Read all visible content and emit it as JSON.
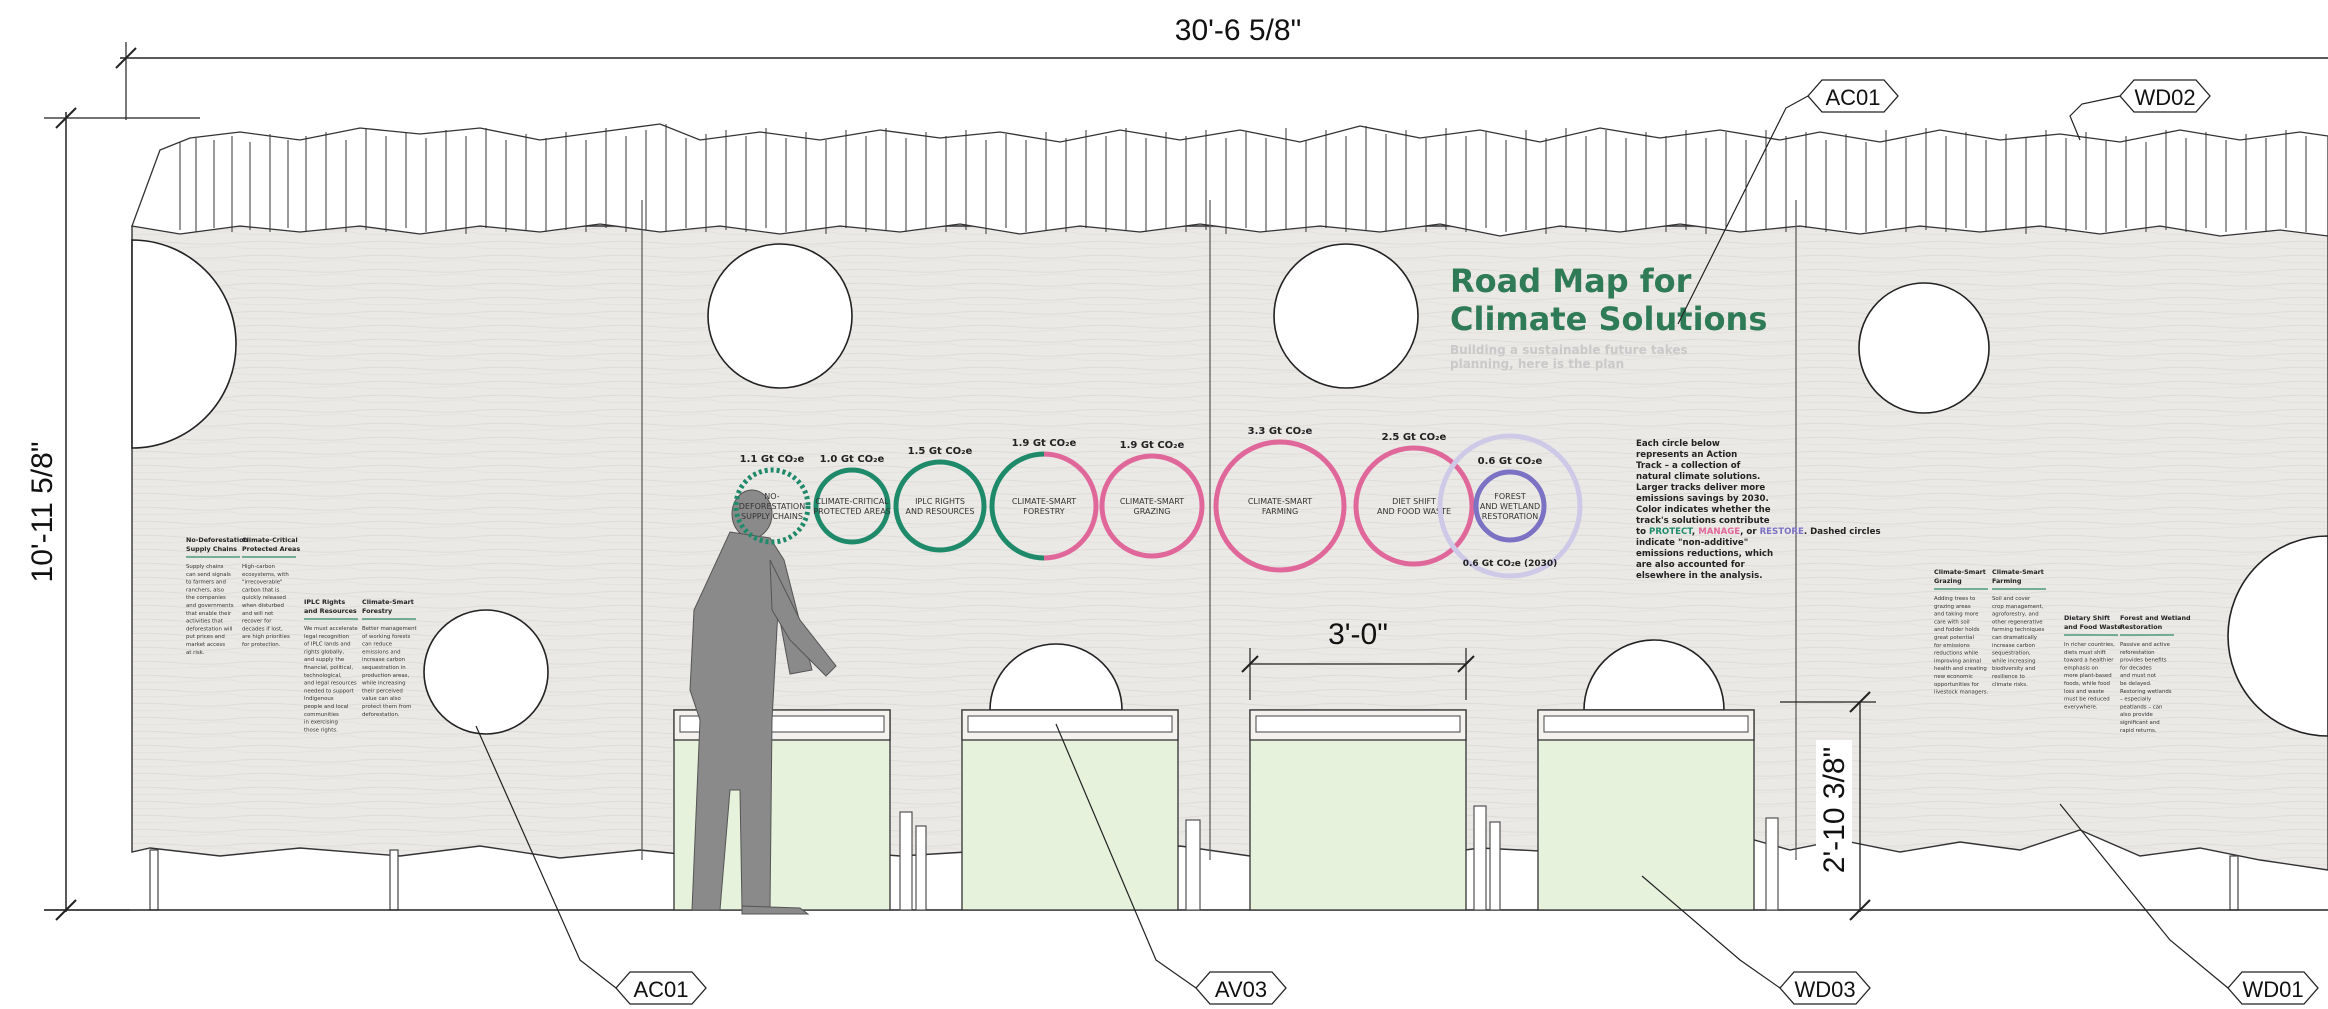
{
  "dimensions": {
    "overall_width": "30'-6 5/8\"",
    "overall_height": "10'-11 5/8\"",
    "table_width": "3'-0\"",
    "table_height": "2'-10 3/8\""
  },
  "tags": {
    "ac01_top": "AC01",
    "wd02_top": "WD02",
    "ac01_bottom": "AC01",
    "av03_bottom": "AV03",
    "wd03_bottom": "WD03",
    "wd01_bottom": "WD01"
  },
  "headline": {
    "title_line1": "Road Map for",
    "title_line2": "Climate Solutions",
    "subtitle_line1": "Building a sustainable future takes",
    "subtitle_line2": "planning, here is the plan"
  },
  "colors": {
    "protect": "#1f8a6a",
    "manage": "#e0679a",
    "restore": "#7b72c4",
    "title_green": "#2f7a57",
    "wall": "#ebe9e6",
    "table_top": "#e6f2dc"
  },
  "action_tracks": [
    {
      "label_line1": "NO-",
      "label_line2": "DEFORESTATION",
      "label_line3": "SUPPLY CHAINS",
      "value": "1.1 Gt CO₂e",
      "color": "protect",
      "dashed": true
    },
    {
      "label_line1": "CLIMATE-CRITICAL",
      "label_line2": "PROTECTED AREAS",
      "label_line3": "",
      "value": "1.0 Gt CO₂e",
      "color": "protect",
      "dashed": false
    },
    {
      "label_line1": "IPLC RIGHTS",
      "label_line2": "AND RESOURCES",
      "label_line3": "",
      "value": "1.5 Gt CO₂e",
      "color": "protect",
      "dashed": false
    },
    {
      "label_line1": "CLIMATE-SMART",
      "label_line2": "FORESTRY",
      "label_line3": "",
      "value": "1.9 Gt CO₂e",
      "color": "split",
      "dashed": false
    },
    {
      "label_line1": "CLIMATE-SMART",
      "label_line2": "GRAZING",
      "label_line3": "",
      "value": "1.9 Gt CO₂e",
      "color": "manage",
      "dashed": false
    },
    {
      "label_line1": "CLIMATE-SMART",
      "label_line2": "FARMING",
      "label_line3": "",
      "value": "3.3 Gt CO₂e",
      "color": "manage",
      "dashed": false
    },
    {
      "label_line1": "DIET SHIFT",
      "label_line2": "AND FOOD WASTE",
      "label_line3": "",
      "value": "2.5 Gt CO₂e",
      "color": "manage",
      "dashed": false
    },
    {
      "label_line1": "FOREST",
      "label_line2": "AND WETLAND",
      "label_line3": "RESTORATION",
      "value": "0.6 Gt CO₂e",
      "outer_value": "0.6 Gt CO₂e (2030)",
      "color": "restore",
      "dashed": false
    }
  ],
  "description": {
    "lines": [
      "Each circle below",
      "represents an Action",
      "Track – a collection of",
      "natural climate solutions.",
      "Larger tracks deliver more",
      "emissions savings by 2030.",
      "Color indicates whether the",
      "track's solutions contribute"
    ],
    "line_pre": "to ",
    "word_protect": "PROTECT",
    "word_manage": "MANAGE",
    "word_restore": "RESTORE",
    "line_post": ". Dashed circles",
    "lines_after": [
      "indicate \"non-additive\"",
      "emissions reductions, which",
      "are also accounted for",
      "elsewhere in the analysis."
    ]
  },
  "panels_left": [
    {
      "title": [
        "No-Deforestation",
        "Supply Chains"
      ],
      "body": [
        "Supply chains",
        "can send signals",
        "to farmers and",
        "ranchers, also",
        "the companies",
        "and governments",
        "that enable their",
        "activities that",
        "deforestation will",
        "put prices and",
        "market access",
        "at risk."
      ]
    },
    {
      "title": [
        "Climate-Critical",
        "Protected Areas"
      ],
      "body": [
        "High-carbon",
        "ecosystems, with",
        "\"irrecoverable\"",
        "carbon that is",
        "quickly released",
        "when disturbed",
        "and will not",
        "recover for",
        "decades if lost,",
        "are high priorities",
        "for protection."
      ]
    },
    {
      "title": [
        "IPLC Rights",
        "and Resources"
      ],
      "body": [
        "We must accelerate",
        "legal recognition",
        "of IPLC lands and",
        "rights globally,",
        "and supply the",
        "financial, political,",
        "technological,",
        "and legal resources",
        "needed to support",
        "Indigenous",
        "people and local",
        "communities",
        "in exercising",
        "those rights."
      ]
    },
    {
      "title": [
        "Climate-Smart",
        "Forestry"
      ],
      "body": [
        "Better management",
        "of working forests",
        "can reduce",
        "emissions and",
        "increase carbon",
        "sequestration in",
        "production areas,",
        "while increasing",
        "their perceived",
        "value can also",
        "protect them from",
        "deforestation."
      ]
    }
  ],
  "panels_right": [
    {
      "title": [
        "Climate-Smart",
        "Grazing"
      ],
      "body": [
        "Adding trees to",
        "grazing areas",
        "and taking more",
        "care with soil",
        "and fodder holds",
        "great potential",
        "for emissions",
        "reductions while",
        "improving animal",
        "health and creating",
        "new economic",
        "opportunities for",
        "livestock managers."
      ]
    },
    {
      "title": [
        "Climate-Smart",
        "Farming"
      ],
      "body": [
        "Soil and cover",
        "crop management,",
        "agroforestry, and",
        "other regenerative",
        "farming techniques",
        "can dramatically",
        "increase carbon",
        "sequestration,",
        "while increasing",
        "biodiversity and",
        "resilience to",
        "climate risks."
      ]
    },
    {
      "title": [
        "Dietary Shift",
        "and Food Waste"
      ],
      "body": [
        "In richer countries,",
        "diets must shift",
        "toward a healthier",
        "emphasis on",
        "more plant-based",
        "foods, while food",
        "loss and waste",
        "must be reduced",
        "everywhere."
      ]
    },
    {
      "title": [
        "Forest and Wetland",
        "Restoration"
      ],
      "body": [
        "Passive and active",
        "reforestation",
        "provides benefits",
        "for decades",
        "and must not",
        "be delayed.",
        "Restoring wetlands",
        "– especially",
        "peatlands – can",
        "also provide",
        "significant and",
        "rapid returns."
      ]
    }
  ]
}
